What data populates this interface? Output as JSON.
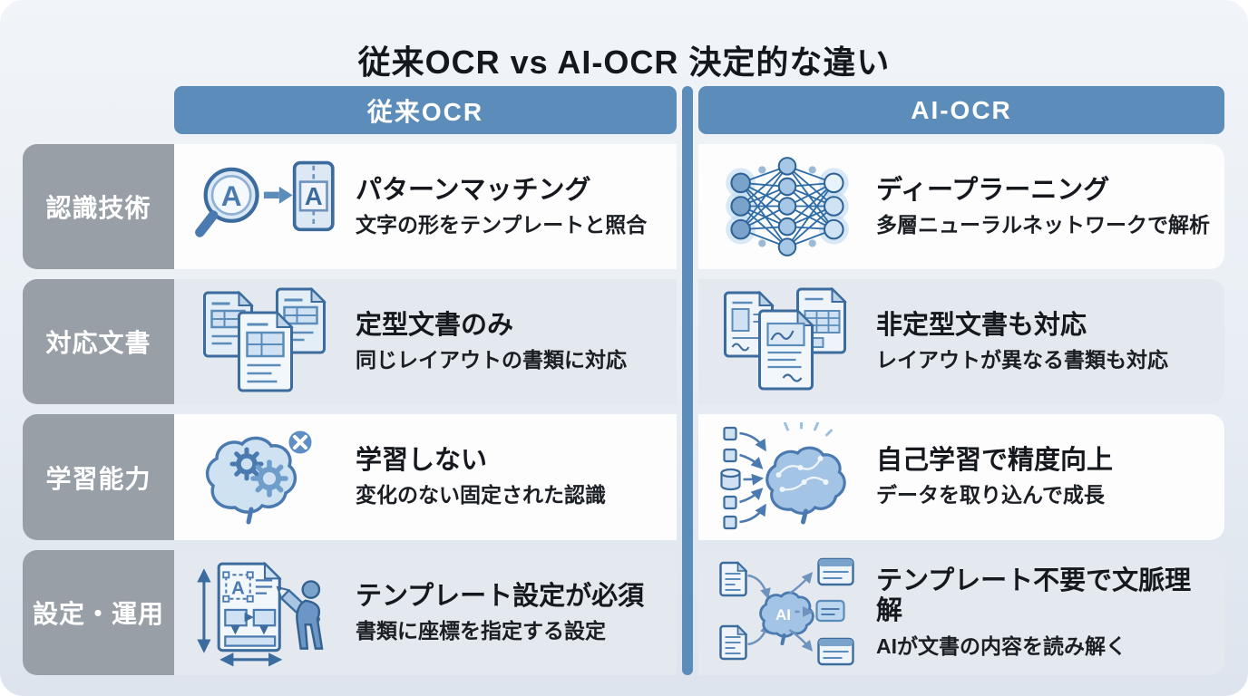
{
  "title": "従来OCR vs AI-OCR 決定的な違い",
  "columns": [
    {
      "label": "従来OCR"
    },
    {
      "label": "AI-OCR"
    }
  ],
  "rows": [
    {
      "label": "認識技術",
      "left": {
        "icon": "magnifier-template-icon",
        "heading": "パターンマッチング",
        "sub": "文字の形をテンプレートと照合"
      },
      "right": {
        "icon": "neural-network-icon",
        "heading": "ディープラーニング",
        "sub": "多層ニューラルネットワークで解析"
      }
    },
    {
      "label": "対応文書",
      "left": {
        "icon": "stacked-forms-icon",
        "heading": "定型文書のみ",
        "sub": "同じレイアウトの書類に対応"
      },
      "right": {
        "icon": "varied-documents-icon",
        "heading": "非定型文書も対応",
        "sub": "レイアウトが異なる書類も対応"
      }
    },
    {
      "label": "学習能力",
      "left": {
        "icon": "brain-gears-x-icon",
        "heading": "学習しない",
        "sub": "変化のない固定された認識"
      },
      "right": {
        "icon": "brain-data-intake-icon",
        "heading": "自己学習で精度向上",
        "sub": "データを取り込んで成長"
      }
    },
    {
      "label": "設定・運用",
      "left": {
        "icon": "template-setup-icon",
        "heading": "テンプレート設定が必須",
        "sub": "書類に座標を指定する設定"
      },
      "right": {
        "icon": "ai-context-flow-icon",
        "heading": "テンプレート不要で文脈理解",
        "sub": "AIが文書の内容を読み解く"
      }
    }
  ],
  "ai_badge_text": "AI",
  "icon_letter": "A",
  "colors": {
    "header_blue": "#5b8cba",
    "divider_blue": "#5b8cba",
    "label_gray": "#999fa7",
    "row_white": "#fdfdfe",
    "row_alt": "#e4e9f0",
    "background_top": "#f1f4f8",
    "background_bottom": "#dde4ed",
    "title_text": "#14171c",
    "icon_stroke": "#3c6b9e",
    "icon_fill_light": "#dce9f5"
  }
}
